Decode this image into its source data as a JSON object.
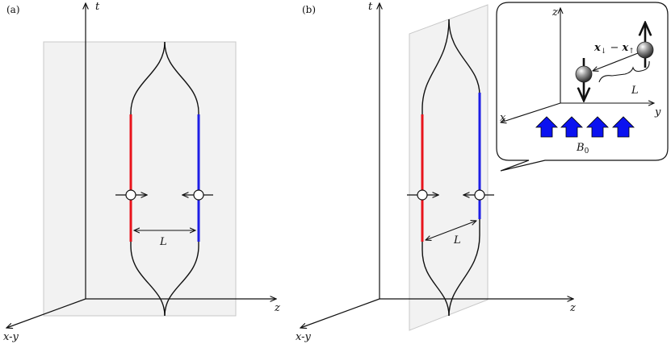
{
  "panel_a": {
    "label": "(a)",
    "axis_t": "t",
    "axis_z": "z",
    "axis_xy": "x-y",
    "separation_label": "L"
  },
  "panel_b": {
    "label": "(b)",
    "axis_t": "t",
    "axis_z": "z",
    "axis_xy": "x-y",
    "separation_label": "L"
  },
  "inset": {
    "axis_z": "z",
    "axis_y": "y",
    "axis_x": "x",
    "separation_label": "L",
    "field_label": "B",
    "field_subscript": "0",
    "vector_bold_x_1": "x",
    "vector_sub_down": "↓",
    "vector_minus": " − ",
    "vector_bold_x_2": "x",
    "vector_sub_up": "↑"
  },
  "colors": {
    "red_arm": "#e8141c",
    "blue_arm": "#1e1ee6",
    "field_arrow": "#0b12f0",
    "plane_fill": "#f2f2f2",
    "plane_edge": "#c8c8c8"
  }
}
